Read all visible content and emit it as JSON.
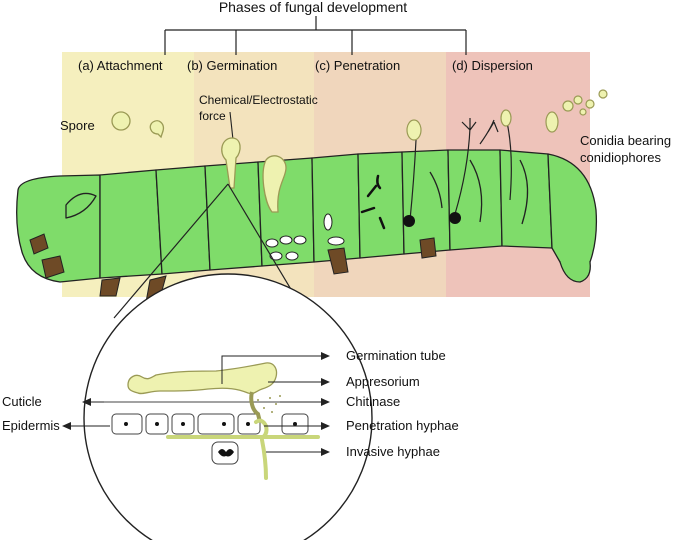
{
  "title": "Phases of fungal development",
  "phases": [
    {
      "label": "(a) Attachment",
      "color": "#f5efbe"
    },
    {
      "label": "(b) Germination",
      "color": "#f3e3bd"
    },
    {
      "label": "(c) Penetration",
      "color": "#f0d6bc"
    },
    {
      "label": "(d) Dispersion",
      "color": "#eec3ba"
    }
  ],
  "labels": {
    "spore": "Spore",
    "force_line1": "Chemical/Electrostatic",
    "force_line2": "force",
    "conidia_line1": "Conidia bearing",
    "conidia_line2": "conidiophores",
    "cuticle": "Cuticle",
    "epidermis": "Epidermis",
    "germ_tube": "Germination tube",
    "appresorium": "Appresorium",
    "chitinase": "Chitinase",
    "penetration_hyphae": "Penetration hyphae",
    "invasive_hyphae": "Invasive hyphae"
  },
  "colors": {
    "larva_body": "#7fdc6a",
    "larva_outline": "#222222",
    "prolegs": "#6e4a26",
    "fungus": "#eef2b0",
    "fungus_outline": "#9a9a55"
  }
}
